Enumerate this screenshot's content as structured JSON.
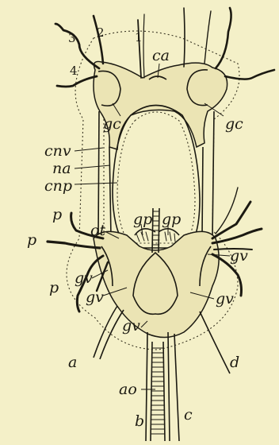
{
  "diagram": {
    "labels": {
      "n1": "1",
      "n2": "2",
      "n3": "3",
      "n4": "4",
      "ca": "ca",
      "gc_left": "gc",
      "gc_right": "gc",
      "cnv": "cnv",
      "na": "na",
      "cnp": "cnp",
      "p_top": "p",
      "p_mid": "p",
      "p_bottom": "p",
      "ot": "ot",
      "gp_left": "gp",
      "gp_right": "gp",
      "gv_right_upper": "gv",
      "gv_left_upper": "gv",
      "gv_left_lower": "gv",
      "gv_right_lower": "gv",
      "gv_bottom": "gv",
      "a": "a",
      "d": "d",
      "ao": "ao",
      "b": "b",
      "c": "c"
    }
  }
}
